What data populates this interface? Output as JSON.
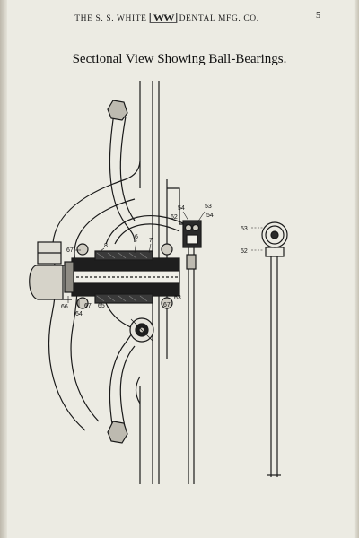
{
  "header": {
    "left_text": "THE S. S. WHITE",
    "logo_text": "WW",
    "right_text": "DENTAL MFG. CO.",
    "page_number": "5"
  },
  "figure": {
    "title": "Sectional View Showing Ball-Bearings.",
    "callouts": {
      "n67_left": "67",
      "n8": "8",
      "n6": "6",
      "n7": "7",
      "n54_top": "54",
      "n62": "62",
      "n53_top": "53",
      "n54_right": "54",
      "n66": "66",
      "n64": "64",
      "n67_low": "67",
      "n65": "65",
      "n63": "63",
      "n67_right": "67",
      "n53_detail": "53",
      "n52_detail": "52"
    }
  }
}
